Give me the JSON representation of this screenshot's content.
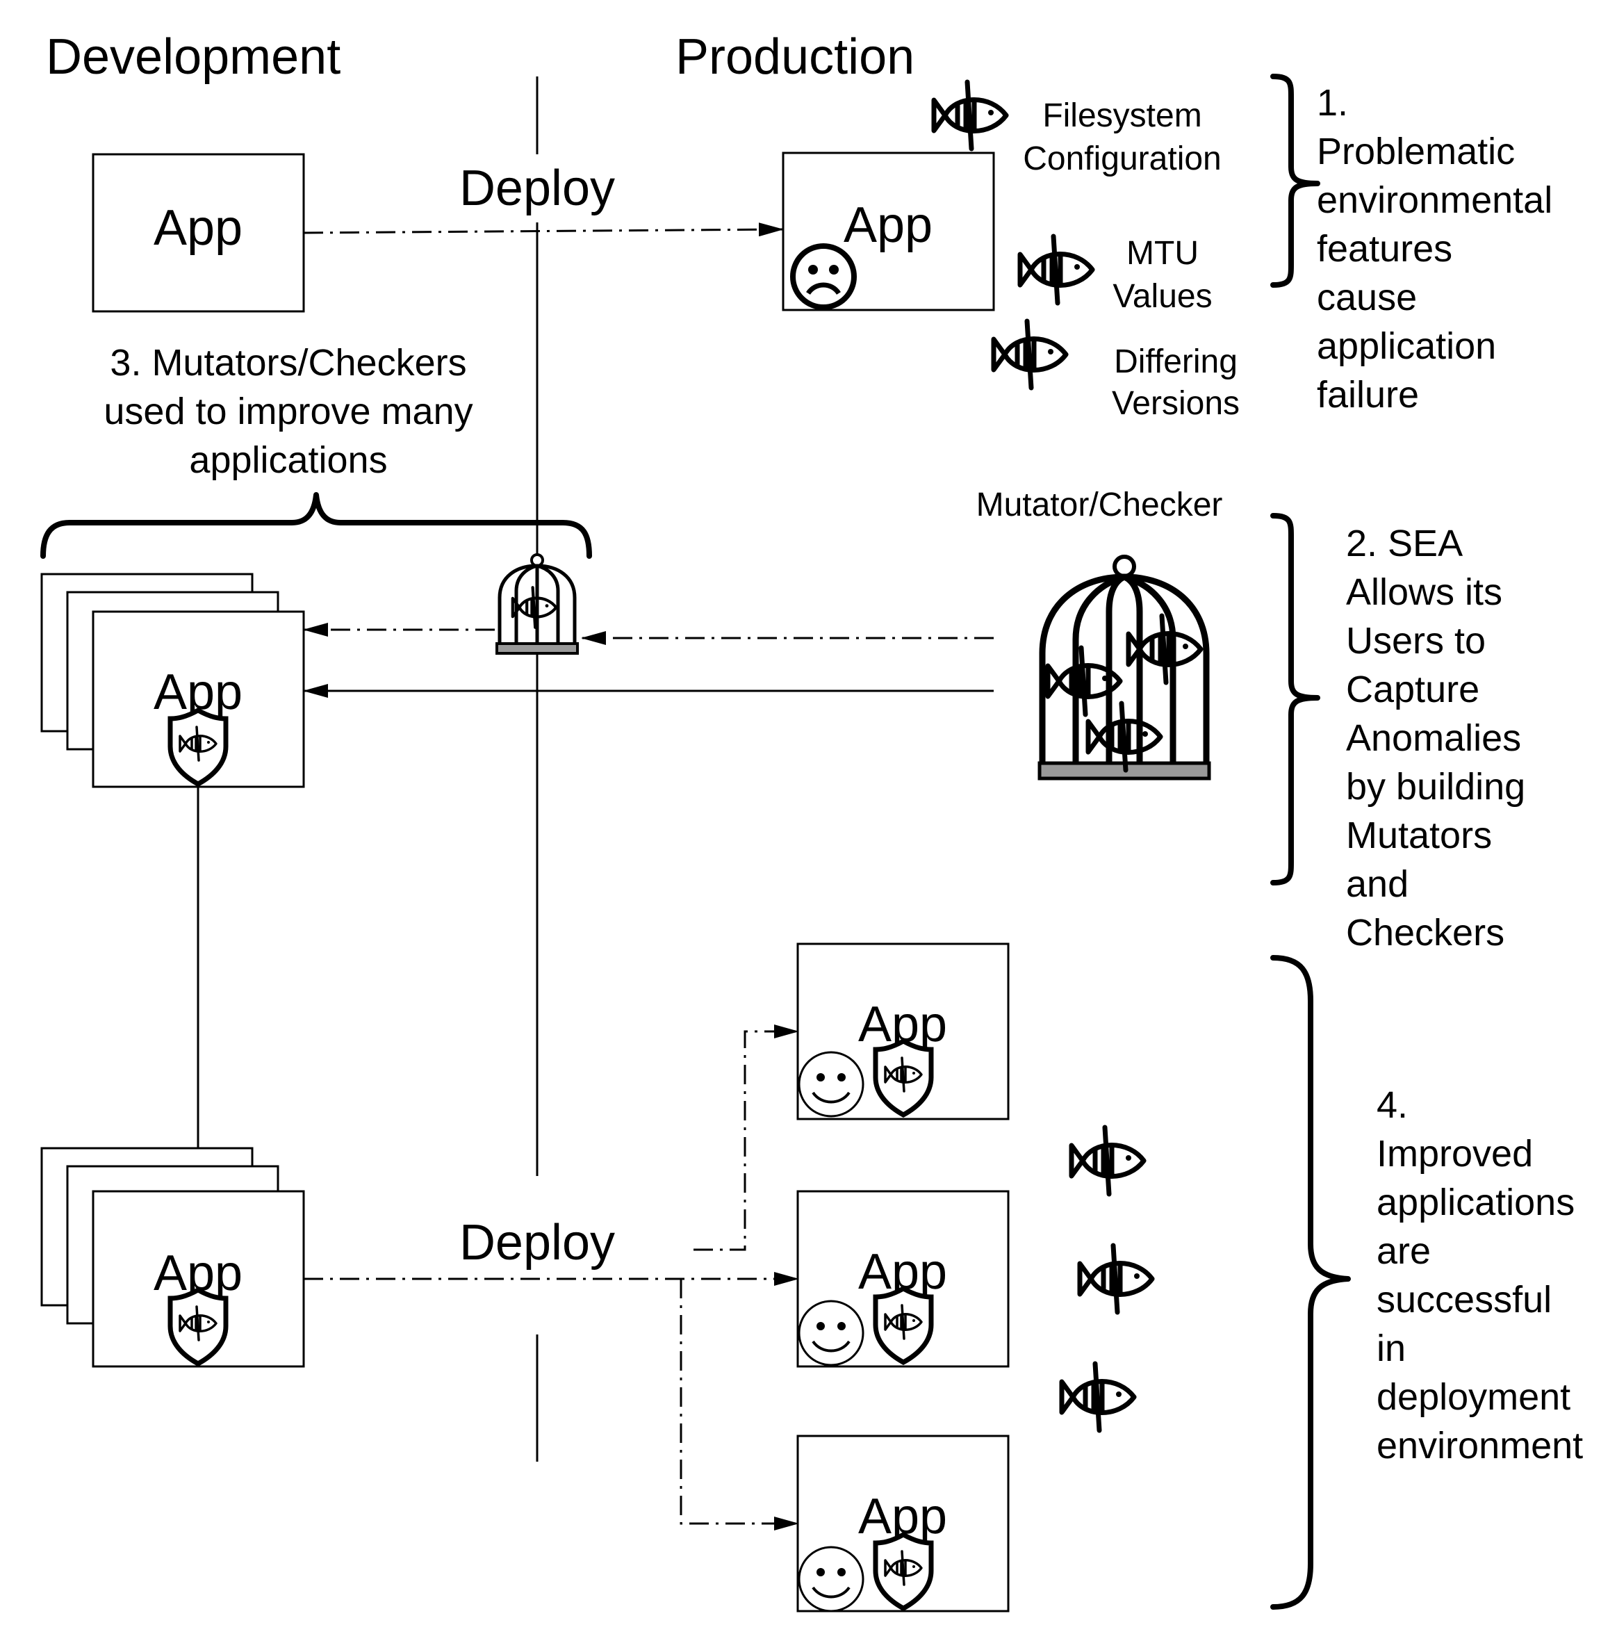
{
  "headers": {
    "development": "Development",
    "production": "Production"
  },
  "deploy_labels": [
    "Deploy",
    "Deploy"
  ],
  "app_label": "App",
  "anomalies": {
    "filesystem": [
      "Filesystem",
      "Configuration"
    ],
    "mtu": [
      "MTU",
      "Values"
    ],
    "versions": [
      "Differing",
      "Versions"
    ]
  },
  "cage_label": "Mutator/Checker",
  "steps": {
    "step1": [
      "1.",
      "Problematic",
      "environmental",
      "features",
      "cause",
      "application",
      "failure"
    ],
    "step2": [
      "2. SEA",
      "Allows its",
      "Users to",
      "Capture",
      "Anomalies",
      "by building",
      "Mutators",
      "and",
      "Checkers"
    ],
    "step3": [
      "3. Mutators/Checkers",
      "used to improve many",
      "applications"
    ],
    "step4": [
      "4.",
      "Improved",
      "applications",
      "are",
      "successful",
      "in",
      "deployment",
      "environment"
    ]
  },
  "icons": [
    "fish-icon",
    "cage-icon",
    "shield-icon",
    "sad-face-icon",
    "smiley-face-icon"
  ]
}
